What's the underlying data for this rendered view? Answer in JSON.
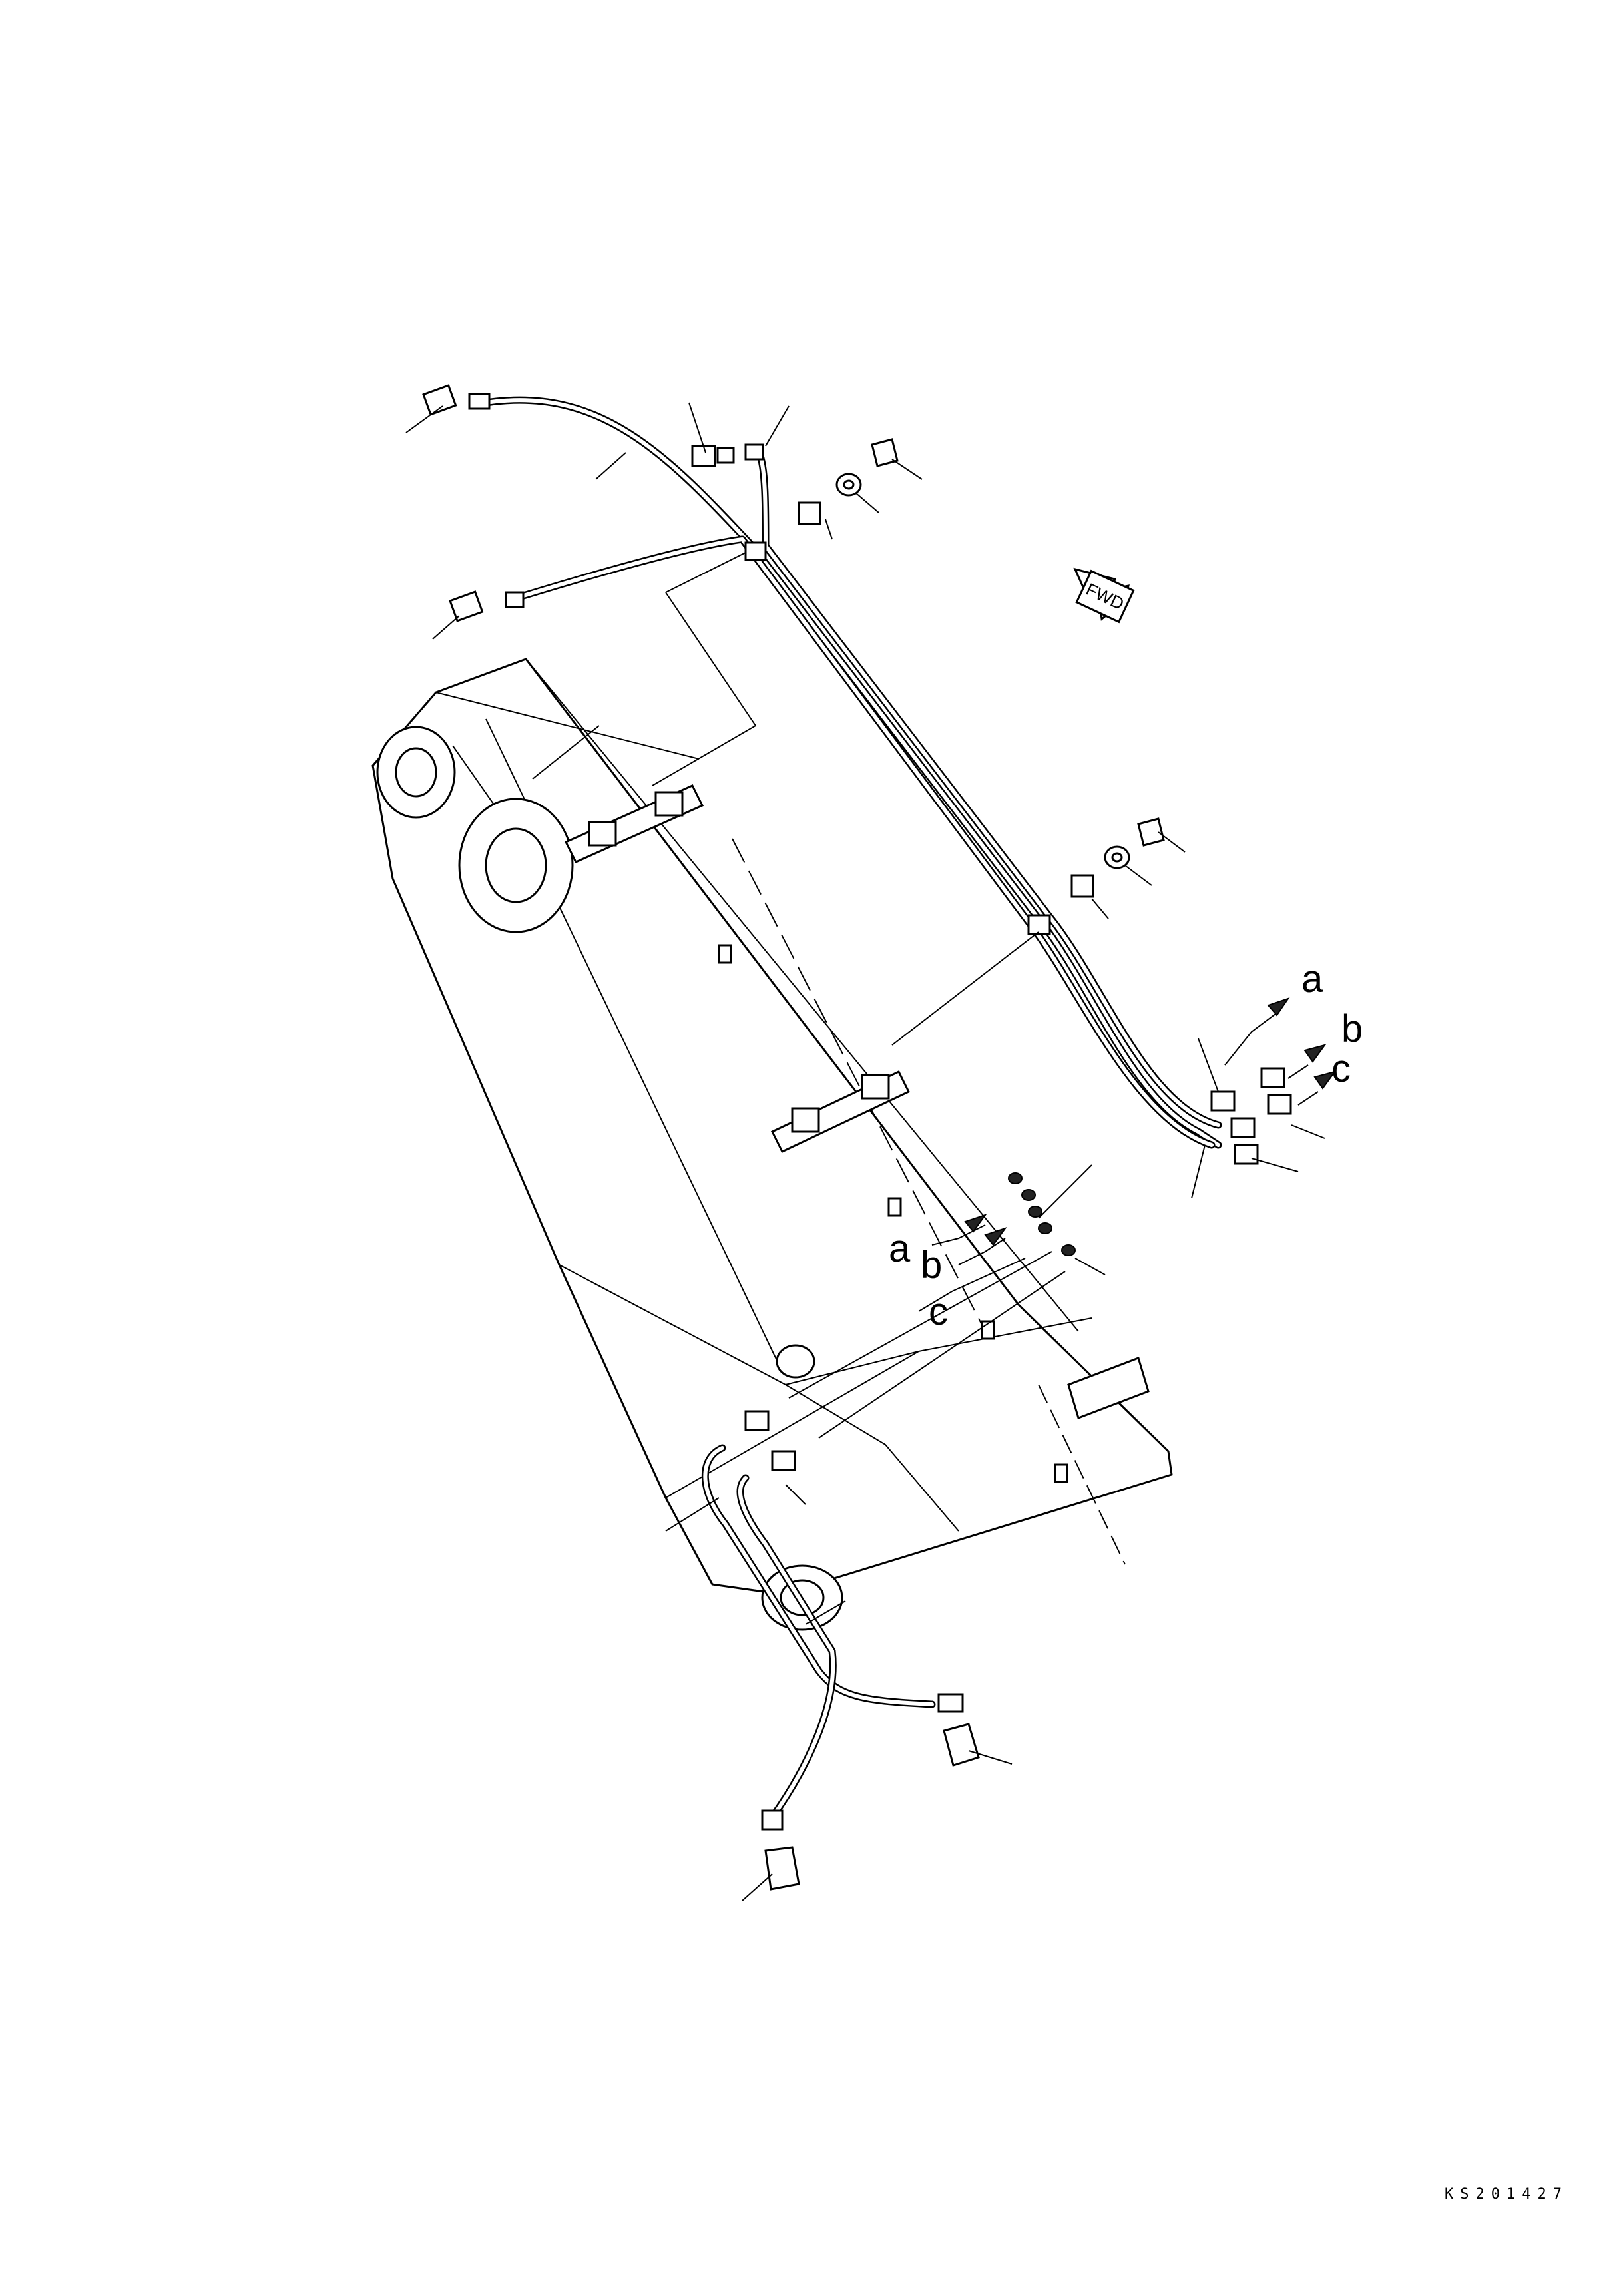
{
  "diagram": {
    "port_labels": {
      "right": [
        "a",
        "b",
        "c"
      ],
      "center": [
        "a",
        "b",
        "c"
      ]
    },
    "fwd_marker": "FWD",
    "drawing_code": "KS201427"
  }
}
